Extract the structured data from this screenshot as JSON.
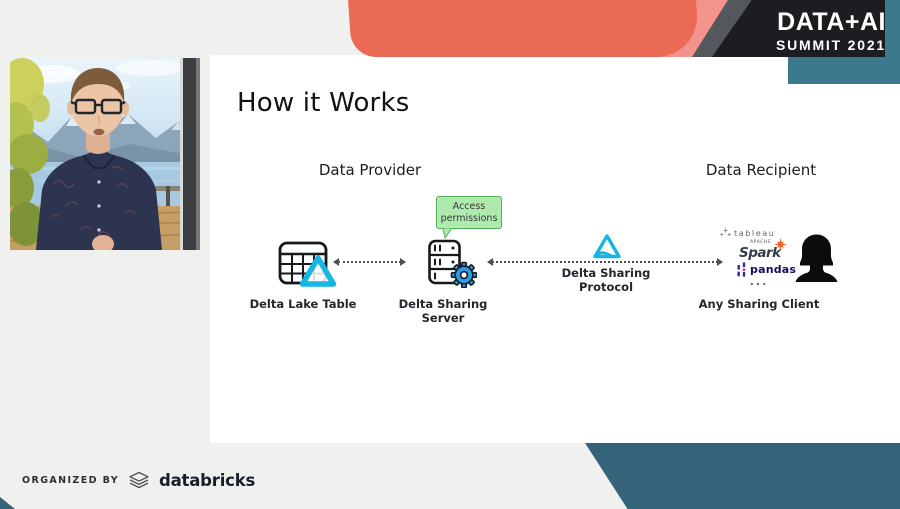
{
  "header": {
    "brand": {
      "line1": "DATA+AI",
      "line2": "SUMMIT 2021"
    }
  },
  "slide": {
    "title": "How it Works",
    "provider_label": "Data Provider",
    "recipient_label": "Data Recipient",
    "callout": "Access permissions",
    "nodes": [
      {
        "label": "Delta Lake Table"
      },
      {
        "label": "Delta Sharing Server"
      },
      {
        "label": "Any Sharing Client"
      }
    ],
    "protocol_label": "Delta Sharing Protocol",
    "clients": {
      "tableau": "tableau",
      "apache": "APACHE",
      "spark": "Spark",
      "pandas": "pandas",
      "more": "..."
    }
  },
  "footer": {
    "organized_by": "ORGANIZED BY",
    "brand": "databricks"
  },
  "colors": {
    "coral": "#ea6a56",
    "salmon_light": "#f2948c",
    "charcoal": "#1b1d20",
    "gray_wedge": "#54575c",
    "teal": "#3b7a8d",
    "teal_dark": "#35647a",
    "delta_cyan": "#16b6e2",
    "gear_blue": "#2d9ee8",
    "callout_green_bg": "#aeeaad",
    "callout_green_border": "#53b356",
    "spark_orange": "#e8622c",
    "pandas_navy": "#150a66"
  }
}
